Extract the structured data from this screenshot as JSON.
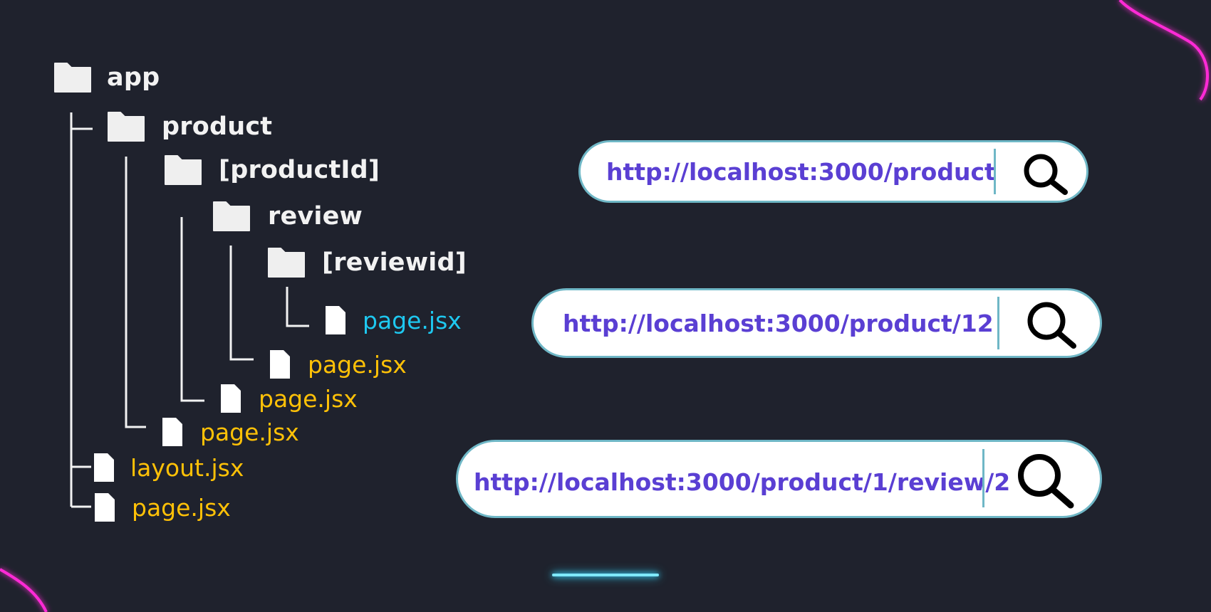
{
  "tree": {
    "root": {
      "label": "app",
      "icon": "folder-icon"
    },
    "product": {
      "label": "product",
      "icon": "folder-icon"
    },
    "productId": {
      "label": "[productId]",
      "icon": "folder-icon"
    },
    "review": {
      "label": "review",
      "icon": "folder-icon"
    },
    "reviewid": {
      "label": "[reviewid]",
      "icon": "folder-icon"
    },
    "reviewid_page": {
      "label": "page.jsx",
      "icon": "file-icon"
    },
    "review_page": {
      "label": "page.jsx",
      "icon": "file-icon"
    },
    "productId_page": {
      "label": "page.jsx",
      "icon": "file-icon"
    },
    "product_page": {
      "label": "page.jsx",
      "icon": "file-icon"
    },
    "layout": {
      "label": "layout.jsx",
      "icon": "file-icon"
    },
    "root_page": {
      "label": "page.jsx",
      "icon": "file-icon"
    }
  },
  "urls": [
    {
      "text": "http://localhost:3000/product",
      "icon": "search-icon"
    },
    {
      "text": "http://localhost:3000/product/12",
      "icon": "search-icon"
    },
    {
      "text": "http://localhost:3000/product/1/review/2",
      "icon": "search-icon"
    }
  ],
  "colors": {
    "background": "#1f222d",
    "folder": "#efefef",
    "file_label": "#ffc107",
    "highlight_file_label": "#1ec8f0",
    "url_text": "#5a3fd3",
    "url_border": "#6fb7c6",
    "neon_accent": "#ff2bd6",
    "glow_line": "#7fe9ff"
  }
}
